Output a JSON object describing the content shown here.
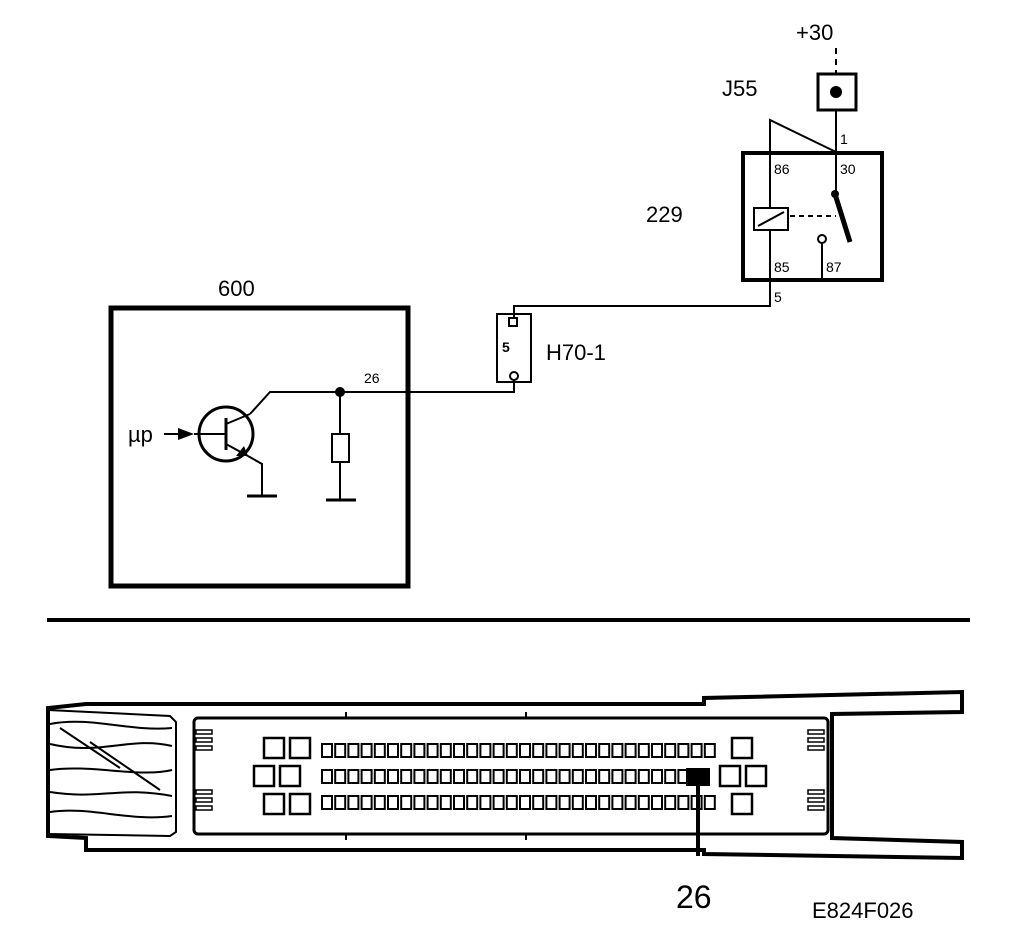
{
  "diagram": {
    "supply_label": "+30",
    "relay_id": "J55",
    "relay_number": "229",
    "relay_pins": {
      "p1": "1",
      "p86": "86",
      "p30": "30",
      "p85": "85",
      "p87": "87",
      "p5": "5"
    },
    "connector_id": "H70-1",
    "connector_pin": "5",
    "ecu_number": "600",
    "ecu_pin": "26",
    "ecu_input": "µp",
    "plug_pin_callout": "26",
    "figure_code": "E824F026",
    "colors": {
      "line": "#000000",
      "background": "#ffffff"
    }
  }
}
